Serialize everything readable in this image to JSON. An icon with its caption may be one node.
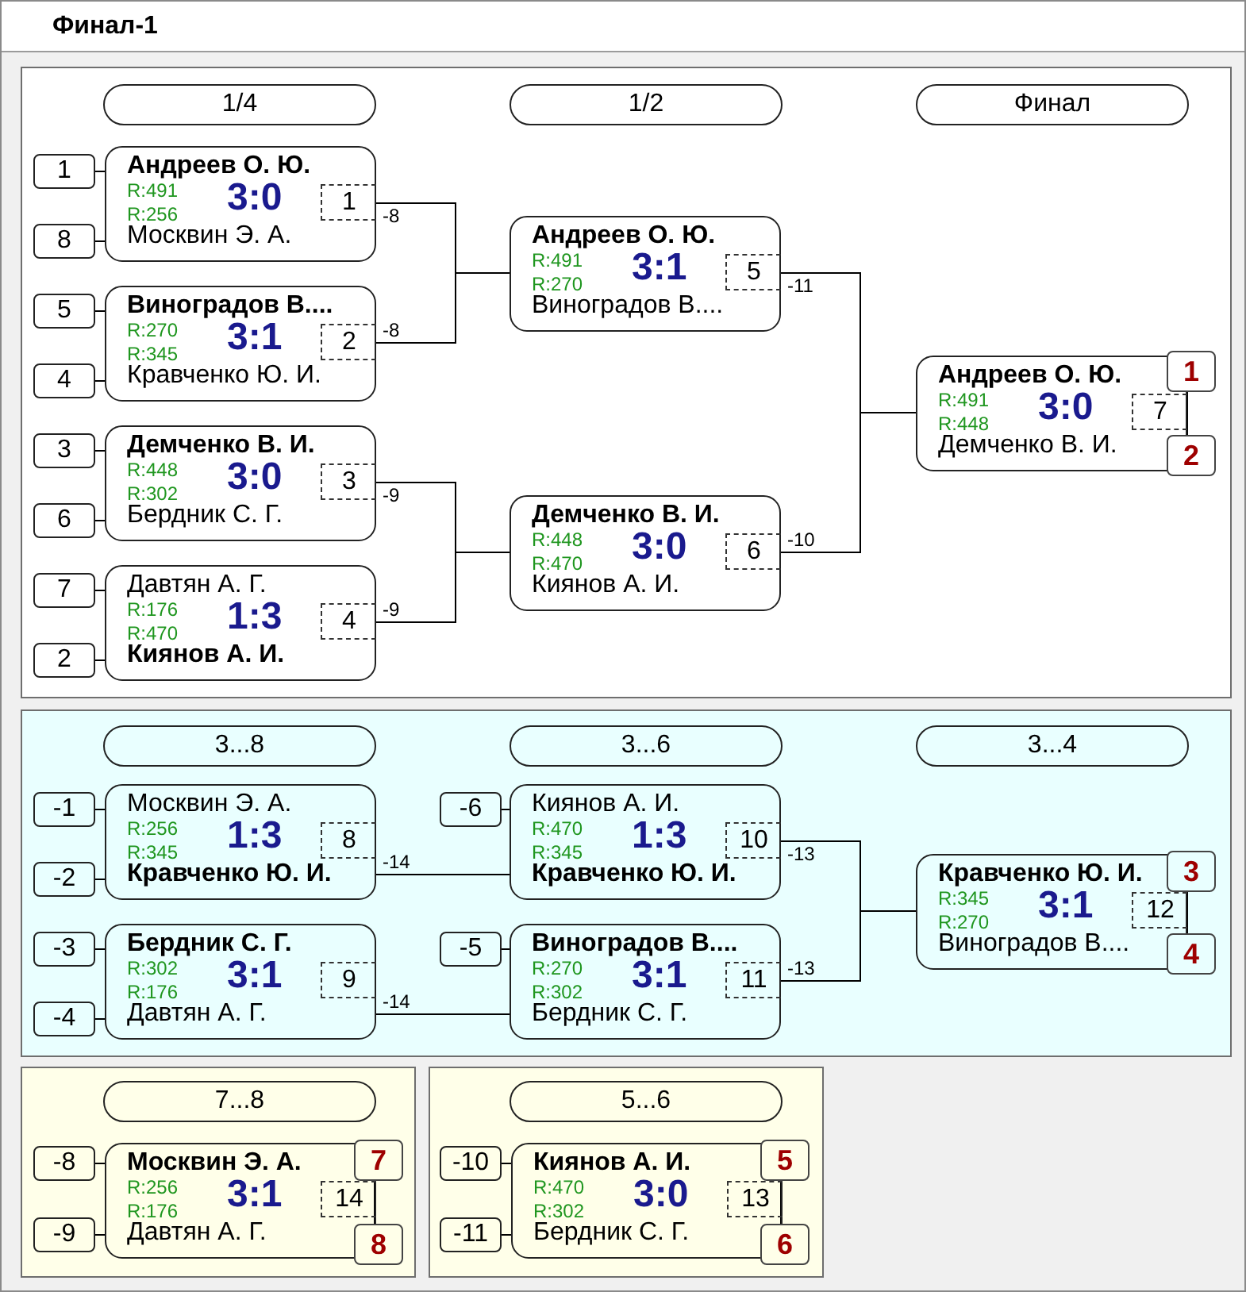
{
  "diagram": {
    "title": "Финал-1",
    "nodes": [
      {
        "text": [],
        "shape": "box"
      },
      {
        "text": [
          "1/4"
        ],
        "in": 0
      },
      {
        "text": [
          "1/2"
        ],
        "in": 0
      },
      {
        "text": [
          "Финал"
        ],
        "in": 0
      },
      {
        "text": [
          "1"
        ],
        "in": 0
      },
      {
        "text": [
          "8"
        ],
        "in": 0
      },
      {
        "text": [
          "Андреев О. Ю.",
          "R:491",
          "3:0",
          "R:256",
          "Москвин Э. А."
        ],
        "in": 0
      },
      {
        "text": [
          "1"
        ],
        "in": 6
      },
      {
        "text": [
          "5"
        ],
        "in": 0
      },
      {
        "text": [
          "4"
        ],
        "in": 0
      },
      {
        "text": [
          "Виноградов В....",
          "R:270",
          "3:1",
          "R:345",
          "Кравченко Ю. И."
        ],
        "in": 0
      },
      {
        "text": [
          "2"
        ],
        "in": 10
      },
      {
        "text": [
          "3"
        ],
        "in": 0
      },
      {
        "text": [
          "6"
        ],
        "in": 0
      },
      {
        "text": [
          "Демченко В. И.",
          "R:448",
          "3:0",
          "R:302",
          "Бердник С. Г."
        ],
        "in": 0
      },
      {
        "text": [
          "3"
        ],
        "in": 14
      },
      {
        "text": [
          "7"
        ],
        "in": 0
      },
      {
        "text": [
          "2"
        ],
        "in": 0
      },
      {
        "text": [
          "Давтян А. Г.",
          "R:176",
          "1:3",
          "R:470",
          "Киянов А. И."
        ],
        "in": 0
      },
      {
        "text": [
          "4"
        ],
        "in": 18
      },
      {
        "text": [
          "Андреев О. Ю.",
          "R:491",
          "3:1",
          "R:270",
          "Виноградов В...."
        ],
        "in": 0
      },
      {
        "text": [
          "5"
        ],
        "in": 20
      },
      {
        "text": [
          "Демченко В. И.",
          "R:448",
          "3:0",
          "R:470",
          "Киянов А. И."
        ],
        "in": 0
      },
      {
        "text": [
          "6"
        ],
        "in": 22
      },
      {
        "text": [
          "Андреев О. Ю.",
          "R:491",
          "3:0",
          "R:448",
          "Демченко В. И."
        ],
        "in": 0
      },
      {
        "text": [
          "7"
        ],
        "in": 24
      },
      {
        "text": [
          "1"
        ],
        "in": 0
      },
      {
        "text": [
          "2"
        ],
        "in": 0
      },
      {
        "text": [],
        "shape": "box"
      },
      {
        "text": [
          "3...8"
        ],
        "in": 28
      },
      {
        "text": [
          "3...6"
        ],
        "in": 28
      },
      {
        "text": [
          "3...4"
        ],
        "in": 28
      },
      {
        "text": [
          "-1"
        ],
        "in": 28
      },
      {
        "text": [
          "-2"
        ],
        "in": 28
      },
      {
        "text": [
          "Москвин Э. А.",
          "R:256",
          "1:3",
          "R:345",
          "Кравченко Ю. И."
        ],
        "in": 28
      },
      {
        "text": [
          "8"
        ],
        "in": 34
      },
      {
        "text": [
          "-3"
        ],
        "in": 28
      },
      {
        "text": [
          "-4"
        ],
        "in": 28
      },
      {
        "text": [
          "Бердник С. Г.",
          "R:302",
          "3:1",
          "R:176",
          "Давтян А. Г."
        ],
        "in": 28
      },
      {
        "text": [
          "9"
        ],
        "in": 38
      },
      {
        "text": [
          "-6"
        ],
        "in": 28
      },
      {
        "text": [
          "Киянов А. И.",
          "R:470",
          "1:3",
          "R:345",
          "Кравченко Ю. И."
        ],
        "in": 28
      },
      {
        "text": [
          "10"
        ],
        "in": 41
      },
      {
        "text": [
          "-5"
        ],
        "in": 28
      },
      {
        "text": [
          "Виноградов В....",
          "R:270",
          "3:1",
          "R:302",
          "Бердник С. Г."
        ],
        "in": 28
      },
      {
        "text": [
          "11"
        ],
        "in": 44
      },
      {
        "text": [
          "Кравченко Ю. И.",
          "R:345",
          "3:1",
          "R:270",
          "Виноградов В...."
        ],
        "in": 28
      },
      {
        "text": [
          "12"
        ],
        "in": 46
      },
      {
        "text": [
          "3"
        ],
        "in": 28
      },
      {
        "text": [
          "4"
        ],
        "in": 28
      },
      {
        "text": [],
        "shape": "box"
      },
      {
        "text": [
          "7...8"
        ],
        "in": 50
      },
      {
        "text": [
          "-8"
        ],
        "in": 50
      },
      {
        "text": [
          "-9"
        ],
        "in": 50
      },
      {
        "text": [
          "Москвин Э. А.",
          "R:256",
          "3:1",
          "R:176",
          "Давтян А. Г."
        ],
        "in": 50
      },
      {
        "text": [
          "14"
        ],
        "in": 54
      },
      {
        "text": [
          "7"
        ],
        "in": 50
      },
      {
        "text": [
          "8"
        ],
        "in": 50
      },
      {
        "text": [],
        "shape": "box"
      },
      {
        "text": [
          "5...6"
        ],
        "in": 58
      },
      {
        "text": [
          "-10"
        ],
        "in": 58
      },
      {
        "text": [
          "-11"
        ],
        "in": 58
      },
      {
        "text": [
          "Киянов А. И.",
          "R:470",
          "3:0",
          "R:302",
          "Бердник С. Г."
        ],
        "in": 58
      },
      {
        "text": [
          "13"
        ],
        "in": 62
      },
      {
        "text": [
          "5"
        ],
        "in": 58
      },
      {
        "text": [
          "6"
        ],
        "in": 58
      }
    ],
    "edges": [
      {
        "from": 4,
        "to": 6,
        "arrow": "none"
      },
      {
        "from": 5,
        "to": 6,
        "arrow": "none"
      },
      {
        "from": 8,
        "to": 10,
        "arrow": "none"
      },
      {
        "from": 9,
        "to": 10,
        "arrow": "none"
      },
      {
        "from": 12,
        "to": 14,
        "arrow": "none"
      },
      {
        "from": 13,
        "to": 14,
        "arrow": "none"
      },
      {
        "from": 16,
        "to": 18,
        "arrow": "none"
      },
      {
        "from": 17,
        "to": 18,
        "arrow": "none"
      },
      {
        "from": 6,
        "to": 20,
        "arrow": "none",
        "label": "-8"
      },
      {
        "from": 10,
        "to": 20,
        "arrow": "none",
        "label": "-8"
      },
      {
        "from": 14,
        "to": 22,
        "arrow": "none",
        "label": "-9"
      },
      {
        "from": 18,
        "to": 22,
        "arrow": "none",
        "label": "-9"
      },
      {
        "from": 20,
        "to": 24,
        "arrow": "none",
        "label": "-11"
      },
      {
        "from": 22,
        "to": 24,
        "arrow": "none",
        "label": "-10"
      },
      {
        "from": 26,
        "to": 27,
        "arrow": "none"
      },
      {
        "from": 32,
        "to": 34,
        "arrow": "none"
      },
      {
        "from": 33,
        "to": 34,
        "arrow": "none"
      },
      {
        "from": 36,
        "to": 38,
        "arrow": "none"
      },
      {
        "from": 37,
        "to": 38,
        "arrow": "none"
      },
      {
        "from": 40,
        "to": 41,
        "arrow": "none"
      },
      {
        "from": 34,
        "to": 41,
        "arrow": "none",
        "label": "-14"
      },
      {
        "from": 43,
        "to": 44,
        "arrow": "none"
      },
      {
        "from": 38,
        "to": 44,
        "arrow": "none",
        "label": "-14"
      },
      {
        "from": 41,
        "to": 46,
        "arrow": "none",
        "label": "-13"
      },
      {
        "from": 44,
        "to": 46,
        "arrow": "none",
        "label": "-13"
      },
      {
        "from": 48,
        "to": 49,
        "arrow": "none"
      },
      {
        "from": 52,
        "to": 54,
        "arrow": "none"
      },
      {
        "from": 53,
        "to": 54,
        "arrow": "none"
      },
      {
        "from": 56,
        "to": 57,
        "arrow": "none"
      },
      {
        "from": 60,
        "to": 62,
        "arrow": "none"
      },
      {
        "from": 61,
        "to": 62,
        "arrow": "none"
      },
      {
        "from": 64,
        "to": 65,
        "arrow": "none"
      }
    ]
  }
}
